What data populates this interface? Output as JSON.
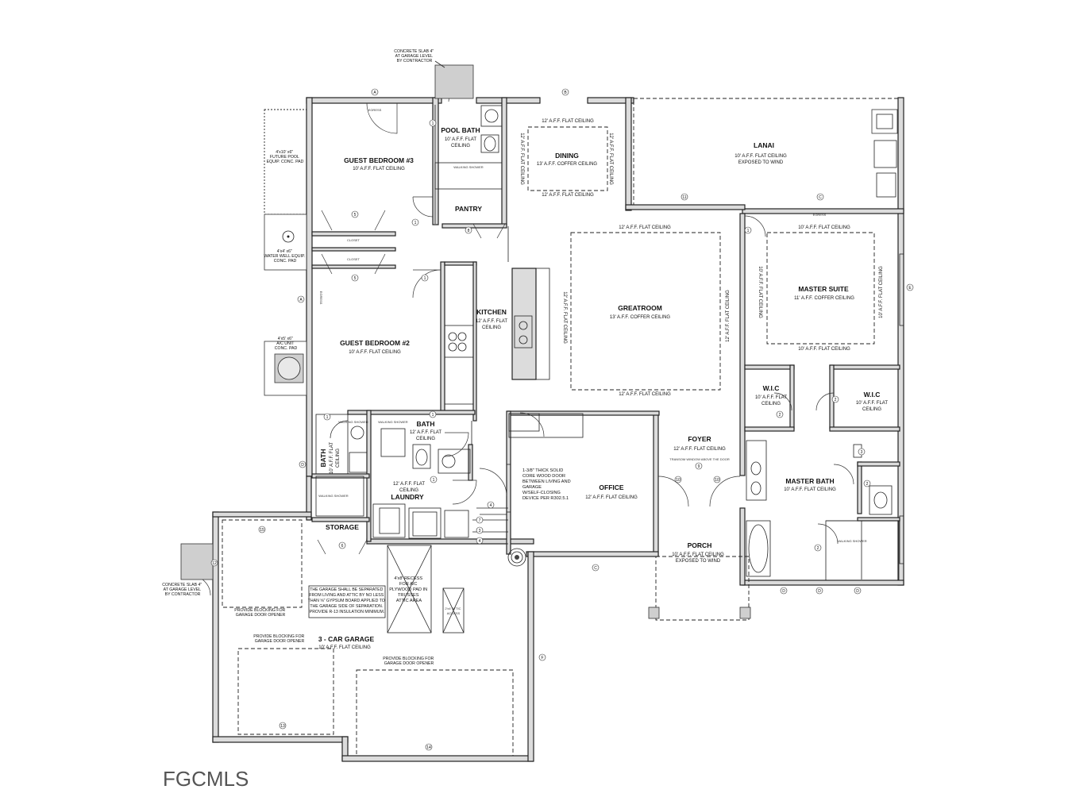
{
  "watermark": "FGCMLS",
  "rooms": {
    "guest_bedroom_3": {
      "name": "GUEST BEDROOM #3",
      "ceiling": "10' A.F.F. FLAT CEILING"
    },
    "pool_bath": {
      "name": "POOL BATH",
      "ceiling_1": "10' A.F.F. FLAT",
      "ceiling_2": "CEILING"
    },
    "dining": {
      "name": "DINING",
      "ceiling": "13' A.F.F. COFFER CEILING"
    },
    "lanai": {
      "name": "LANAI",
      "ceiling": "10' A.F.F. FLAT CEILING",
      "note": "EXPOSED TO WIND"
    },
    "pantry": {
      "name": "PANTRY"
    },
    "greatroom": {
      "name": "GREATROOM",
      "ceiling": "13' A.F.F. COFFER CEILING"
    },
    "master_suite": {
      "name": "MASTER SUITE",
      "ceiling": "11' A.F.F. COFFER CEILING"
    },
    "kitchen": {
      "name": "KITCHEN",
      "ceiling_1": "12' A.F.F. FLAT",
      "ceiling_2": "CEILING"
    },
    "guest_bedroom_2": {
      "name": "GUEST BEDROOM #2",
      "ceiling": "10' A.F.F. FLAT CEILING"
    },
    "wic_1": {
      "name": "W.I.C",
      "ceiling_1": "10' A.F.F. FLAT",
      "ceiling_2": "CEILING"
    },
    "wic_2": {
      "name": "W.I.C",
      "ceiling_1": "10' A.F.F. FLAT",
      "ceiling_2": "CEILING"
    },
    "bath_center": {
      "name": "BATH",
      "ceiling_1": "12' A.F.F. FLAT",
      "ceiling_2": "CEILING"
    },
    "bath_left": {
      "name": "BATH",
      "ceiling_1": "10' A.F.F. FLAT",
      "ceiling_2": "CEILING"
    },
    "foyer": {
      "name": "FOYER",
      "ceiling": "12' A.F.F. FLAT CEILING",
      "note": "TRANSOM WINDOW ABOVE THE DOOR"
    },
    "laundry": {
      "name": "LAUNDRY",
      "ceiling_1": "12' A.F.F. FLAT",
      "ceiling_2": "CEILING"
    },
    "office": {
      "name": "OFFICE",
      "ceiling": "12' A.F.F. FLAT CEILING"
    },
    "master_bath": {
      "name": "MASTER BATH",
      "ceiling": "10' A.F.F. FLAT CEILING"
    },
    "storage": {
      "name": "STORAGE"
    },
    "porch": {
      "name": "PORCH",
      "ceiling": "10' A.F.F. FLAT CEILING",
      "note": "EXPOSED TO WIND"
    },
    "garage": {
      "name": "3 - CAR GARAGE",
      "ceiling": "10' A.F.F. FLAT CEILING"
    }
  },
  "ceiling_labels": {
    "dining_top": "12' A.F.F. FLAT CEILING",
    "dining_bottom": "12' A.F.F. FLAT CEILING",
    "dining_left": "12' A.F.F. FLAT CEILING",
    "dining_right": "12' A.F.F. FLAT CEILING",
    "great_top": "12' A.F.F. FLAT CEILING",
    "great_bottom": "12' A.F.F. FLAT CEILING",
    "great_left": "12' A.F.F. FLAT CEILING",
    "great_right": "12' A.F.F. FLAT CEILING",
    "master_top": "10' A.F.F. FLAT CEILING",
    "master_bottom": "10' A.F.F. FLAT CEILING",
    "master_left": "10' A.F.F. FLAT CEILING",
    "master_right": "10' A.F.F. FLAT CEILING"
  },
  "notes": {
    "slab_top": [
      "CONCRETE SLAB 4\"",
      "AT GARAGE LEVEL",
      "BY CONTRACTOR"
    ],
    "slab_bottom": [
      "CONCRETE SLAB 4\"",
      "AT GARAGE LEVEL",
      "BY CONTRACTOR"
    ],
    "pool_pad": [
      "4'x10' x6\"",
      "FUTURE POOL",
      "EQUIP. CONC. PAD"
    ],
    "well_pad": [
      "4'x4' x6\"",
      "WATER WELL EQUIP.",
      "CONC. PAD"
    ],
    "ac_pad": [
      "4'x5' x6\"",
      "A/C UNIT",
      "CONC. PAD"
    ],
    "fire_door": [
      "1-3/8\" THICK SOLID",
      "CORE WOOD DOOR",
      "BETWEEN LIVING AND",
      "GARAGE",
      "W/SELF-CLOSING",
      "DEVICE PER R302.5.1"
    ],
    "separation": [
      "THE GARAGE SHALL BE SEPARATED",
      "FROM LIVING AND ATTIC BY NO LESS",
      "THAN ⅝\" GYPSUM BOARD APPLIED TO",
      "THE GARAGE SIDE OF SEPARATION.",
      "PROVIDE R-13 INSULATION MINIMUM."
    ],
    "recess": [
      "4'x8' RECESS",
      "FOR A/C",
      "PLYWOOD PAD IN",
      "TRUSSES",
      "ATTIC AREA"
    ],
    "attic_access": [
      "2'x4' ATTIC",
      "ACCESS"
    ],
    "blocking_1": [
      "PROVIDE BLOCKING FOR",
      "GARAGE DOOR OPENER"
    ],
    "blocking_2": [
      "PROVIDE BLOCKING FOR",
      "GARAGE DOOR OPENER"
    ],
    "blocking_3": [
      "PROVIDE BLOCKING FOR",
      "GARAGE DOOR OPENER"
    ],
    "egress_1": "EGRESS",
    "egress_2": "EGRESS",
    "egress_3": "EGRESS",
    "walk_shower_1": "WALKING SHOWER",
    "walk_shower_2": "WALKING SHOWER",
    "walk_shower_3": "WALKING SHOWER",
    "walk_shower_4": "WALKING SHOWER",
    "walk_shower_5": "WALKING SHOWER",
    "closet_1": "CLOSET",
    "closet_2": "CLOSET"
  },
  "tags": {
    "grid_a_top": "A",
    "grid_b_top": "B",
    "grid_a_left": "A",
    "grid_d_left": "D",
    "grid_c_lanai": "C",
    "grid_e_right": "E",
    "grid_c_bottom": "C",
    "grid_f": "F",
    "grid_d_b1": "D",
    "grid_d_b2": "D",
    "grid_d_b3": "D",
    "n1a": "1",
    "n1b": "1",
    "n1c": "1",
    "n1d": "1",
    "n1e": "1",
    "n1f": "1",
    "n1g": "1",
    "n2a": "2",
    "n2b": "2",
    "n2c": "2",
    "n2d": "2",
    "n3a": "3",
    "n3b": "3",
    "n4a": "4",
    "n4b": "4",
    "n5a": "5",
    "n5b": "5",
    "n6": "6",
    "n7": "7",
    "n8": "8",
    "n9": "9",
    "n10a": "10",
    "n10b": "10",
    "n11": "11",
    "n12": "12",
    "n13": "13",
    "n14": "14",
    "n15": "15"
  }
}
